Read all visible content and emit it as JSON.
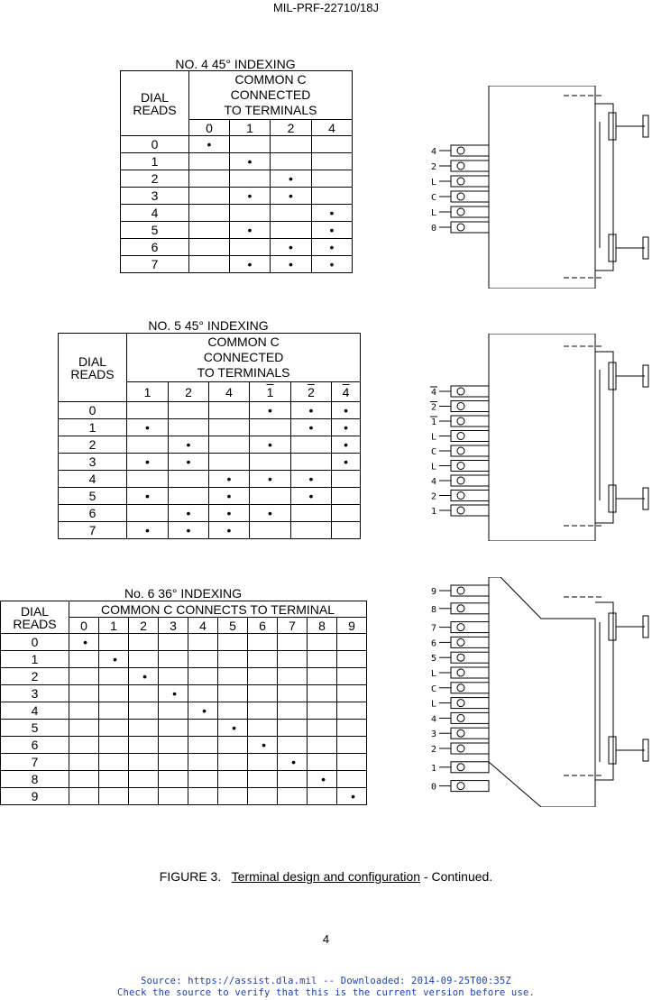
{
  "header": {
    "doc_id": "MIL-PRF-22710/18J"
  },
  "table4": {
    "title": "NO. 4  45° INDEXING",
    "dial_head_1": "DIAL",
    "dial_head_2": "READS",
    "group_1": "COMMON C",
    "group_2": "CONNECTED",
    "group_3": "TO TERMINALS",
    "cols": [
      "0",
      "1",
      "2",
      "4"
    ],
    "rows": [
      {
        "dial": "0",
        "c0": "•",
        "c1": "",
        "c2": "",
        "c3": ""
      },
      {
        "dial": "1",
        "c0": "",
        "c1": "•",
        "c2": "",
        "c3": ""
      },
      {
        "dial": "2",
        "c0": "",
        "c1": "",
        "c2": "•",
        "c3": ""
      },
      {
        "dial": "3",
        "c0": "",
        "c1": "•",
        "c2": "•",
        "c3": ""
      },
      {
        "dial": "4",
        "c0": "",
        "c1": "",
        "c2": "",
        "c3": "•"
      },
      {
        "dial": "5",
        "c0": "",
        "c1": "•",
        "c2": "",
        "c3": "•"
      },
      {
        "dial": "6",
        "c0": "",
        "c1": "",
        "c2": "•",
        "c3": "•"
      },
      {
        "dial": "7",
        "c0": "",
        "c1": "•",
        "c2": "•",
        "c3": "•"
      }
    ],
    "terminal_labels": [
      "4",
      "2",
      "L",
      "C",
      "L",
      "0"
    ]
  },
  "table5": {
    "title": "NO. 5  45° INDEXING",
    "dial_head_1": "DIAL",
    "dial_head_2": "READS",
    "group_1": "COMMON C",
    "group_2": "CONNECTED",
    "group_3": "TO TERMINALS",
    "cols": [
      "1",
      "2",
      "4",
      "1",
      "2",
      "4"
    ],
    "rows": [
      {
        "dial": "0",
        "c0": "",
        "c1": "",
        "c2": "",
        "c3": "•",
        "c4": "•",
        "c5": "•"
      },
      {
        "dial": "1",
        "c0": "•",
        "c1": "",
        "c2": "",
        "c3": "",
        "c4": "•",
        "c5": "•"
      },
      {
        "dial": "2",
        "c0": "",
        "c1": "•",
        "c2": "",
        "c3": "•",
        "c4": "",
        "c5": "•"
      },
      {
        "dial": "3",
        "c0": "•",
        "c1": "•",
        "c2": "",
        "c3": "",
        "c4": "",
        "c5": "•"
      },
      {
        "dial": "4",
        "c0": "",
        "c1": "",
        "c2": "•",
        "c3": "•",
        "c4": "•",
        "c5": ""
      },
      {
        "dial": "5",
        "c0": "•",
        "c1": "",
        "c2": "•",
        "c3": "",
        "c4": "•",
        "c5": ""
      },
      {
        "dial": "6",
        "c0": "",
        "c1": "•",
        "c2": "•",
        "c3": "•",
        "c4": "",
        "c5": ""
      },
      {
        "dial": "7",
        "c0": "•",
        "c1": "•",
        "c2": "•",
        "c3": "",
        "c4": "",
        "c5": ""
      }
    ],
    "terminal_labels": [
      "4",
      "2",
      "1",
      "L",
      "C",
      "L",
      "4",
      "2",
      "1"
    ]
  },
  "table6": {
    "title": "No. 6  36° INDEXING",
    "dial_head_1": "DIAL",
    "dial_head_2": "READS",
    "group": "COMMON C CONNECTS TO TERMINAL",
    "cols": [
      "0",
      "1",
      "2",
      "3",
      "4",
      "5",
      "6",
      "7",
      "8",
      "9"
    ],
    "dials": [
      "0",
      "1",
      "2",
      "3",
      "4",
      "5",
      "6",
      "7",
      "8",
      "9"
    ],
    "dot": "•",
    "terminal_labels": [
      "9",
      "8",
      "7",
      "6",
      "5",
      "L",
      "C",
      "L",
      "4",
      "3",
      "2",
      "1",
      "0"
    ]
  },
  "caption": {
    "prefix": "FIGURE 3.",
    "title": "Terminal design and configuration",
    "suffix": " - Continued."
  },
  "page_number": "4",
  "footer": {
    "line1": "Source: https://assist.dla.mil -- Downloaded: 2014-09-25T00:35Z",
    "line2": "Check the source to verify that this is the current version before use."
  }
}
